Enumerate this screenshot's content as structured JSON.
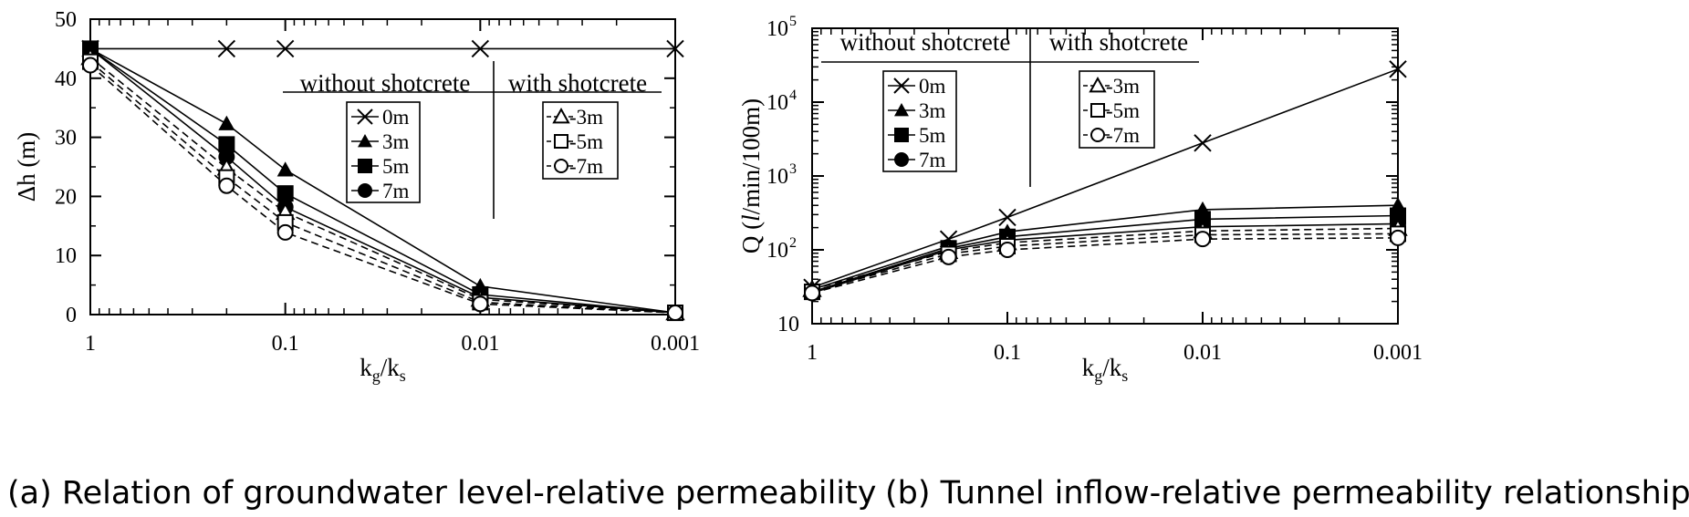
{
  "captions": {
    "a": "(a) Relation of groundwater level-relative permeability",
    "b": "(b) Tunnel inflow-relative permeability relationship"
  },
  "chart_data": [
    {
      "type": "line",
      "title": "",
      "xlabel": "kg/ks",
      "xlabel_main": "k",
      "xlabel_sub1": "g",
      "xlabel_slash": "/k",
      "xlabel_sub2": "s",
      "ylabel": "Δh (m)",
      "xscale": "log",
      "xdirection": "reversed",
      "xlim": [
        1,
        0.001
      ],
      "ylim": [
        0,
        50
      ],
      "xticks": [
        1,
        0.1,
        0.01,
        0.001
      ],
      "xtick_labels": [
        "1",
        "0.1",
        "0.01",
        "0.001"
      ],
      "yticks": [
        0,
        10,
        20,
        30,
        40,
        50
      ],
      "ytick_labels": [
        "0",
        "10",
        "20",
        "30",
        "40",
        "50"
      ],
      "grid": false,
      "x": [
        1,
        0.2,
        0.1,
        0.01,
        0.001
      ],
      "legend": {
        "group1_title": "without shotcrete",
        "group2_title": "with shotcrete",
        "group1": [
          "0m",
          "3m",
          "5m",
          "7m"
        ],
        "group2": [
          "-3m",
          "-5m",
          "-7m"
        ]
      },
      "series": [
        {
          "name": "0m",
          "group": "without shotcrete",
          "marker": "x",
          "values": [
            45,
            45,
            45,
            45,
            45
          ]
        },
        {
          "name": "3m",
          "group": "without shotcrete",
          "marker": "triangle-filled",
          "values": [
            45,
            32.3,
            24.5,
            4.8,
            0.3
          ]
        },
        {
          "name": "5m",
          "group": "without shotcrete",
          "marker": "square-filled",
          "values": [
            45,
            28.8,
            20.5,
            3.4,
            0.3
          ]
        },
        {
          "name": "7m",
          "group": "without shotcrete",
          "marker": "circle-filled",
          "values": [
            45,
            26.7,
            18.2,
            2.9,
            0.3
          ]
        },
        {
          "name": "-3m",
          "group": "with shotcrete",
          "marker": "triangle-open",
          "values": [
            43.5,
            24.8,
            17.3,
            2.6,
            0.3
          ]
        },
        {
          "name": "-5m",
          "group": "with shotcrete",
          "marker": "square-open",
          "values": [
            42.8,
            23.2,
            15.6,
            2.1,
            0.3
          ]
        },
        {
          "name": "-7m",
          "group": "with shotcrete",
          "marker": "circle-open",
          "values": [
            42.2,
            21.8,
            13.9,
            1.8,
            0.3
          ]
        }
      ]
    },
    {
      "type": "line",
      "title": "",
      "xlabel": "kg/ks",
      "xlabel_main": "k",
      "xlabel_sub1": "g",
      "xlabel_slash": "/k",
      "xlabel_sub2": "s",
      "ylabel": "Q (l/min/100m)",
      "ylabel_parts": [
        "Q (",
        "l",
        "/min/100m)"
      ],
      "xscale": "log",
      "xdirection": "reversed",
      "yscale": "log",
      "xlim": [
        1,
        0.001
      ],
      "ylim": [
        10,
        100000
      ],
      "xticks": [
        1,
        0.1,
        0.01,
        0.001
      ],
      "xtick_labels": [
        "1",
        "0.1",
        "0.01",
        "0.001"
      ],
      "yticks": [
        10,
        100,
        1000,
        10000,
        100000
      ],
      "ytick_labels": [
        {
          "base": "10",
          "exp": ""
        },
        {
          "base": "10",
          "exp": "2"
        },
        {
          "base": "10",
          "exp": "3"
        },
        {
          "base": "10",
          "exp": "4"
        },
        {
          "base": "10",
          "exp": "5"
        }
      ],
      "grid": false,
      "x": [
        1,
        0.2,
        0.1,
        0.01,
        0.001
      ],
      "legend": {
        "group1_title": "without shotcrete",
        "group2_title": "with shotcrete",
        "group1": [
          "0m",
          "3m",
          "5m",
          "7m"
        ],
        "group2": [
          "-3m",
          "-5m",
          "-7m"
        ]
      },
      "series": [
        {
          "name": "0m",
          "group": "without shotcrete",
          "marker": "x",
          "values": [
            31,
            140,
            275,
            2800,
            28000
          ]
        },
        {
          "name": "3m",
          "group": "without shotcrete",
          "marker": "triangle-filled",
          "values": [
            29,
            112,
            175,
            350,
            400
          ]
        },
        {
          "name": "5m",
          "group": "without shotcrete",
          "marker": "square-filled",
          "values": [
            27,
            105,
            150,
            260,
            290
          ]
        },
        {
          "name": "7m",
          "group": "without shotcrete",
          "marker": "circle-filled",
          "values": [
            26,
            100,
            135,
            205,
            225
          ]
        },
        {
          "name": "-3m",
          "group": "with shotcrete",
          "marker": "triangle-open",
          "values": [
            29,
            95,
            125,
            180,
            195
          ]
        },
        {
          "name": "-5m",
          "group": "with shotcrete",
          "marker": "square-open",
          "values": [
            27,
            88,
            112,
            160,
            165
          ]
        },
        {
          "name": "-7m",
          "group": "with shotcrete",
          "marker": "circle-open",
          "values": [
            26,
            80,
            100,
            140,
            145
          ]
        }
      ]
    }
  ]
}
